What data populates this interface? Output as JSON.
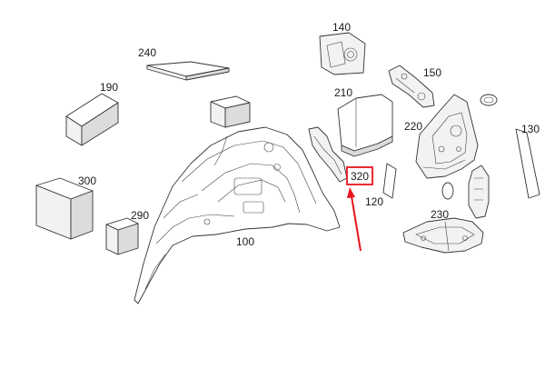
{
  "labels": {
    "p100": "100",
    "p120": "120",
    "p130": "130",
    "p140": "140",
    "p150": "150",
    "p190": "190",
    "p210": "210",
    "p220": "220",
    "p230": "230",
    "p240": "240",
    "p290": "290",
    "p300": "300",
    "p320": "320"
  },
  "highlight": {
    "target": "320",
    "box_color": "#e8141c",
    "arrow_color": "#e8141c"
  }
}
